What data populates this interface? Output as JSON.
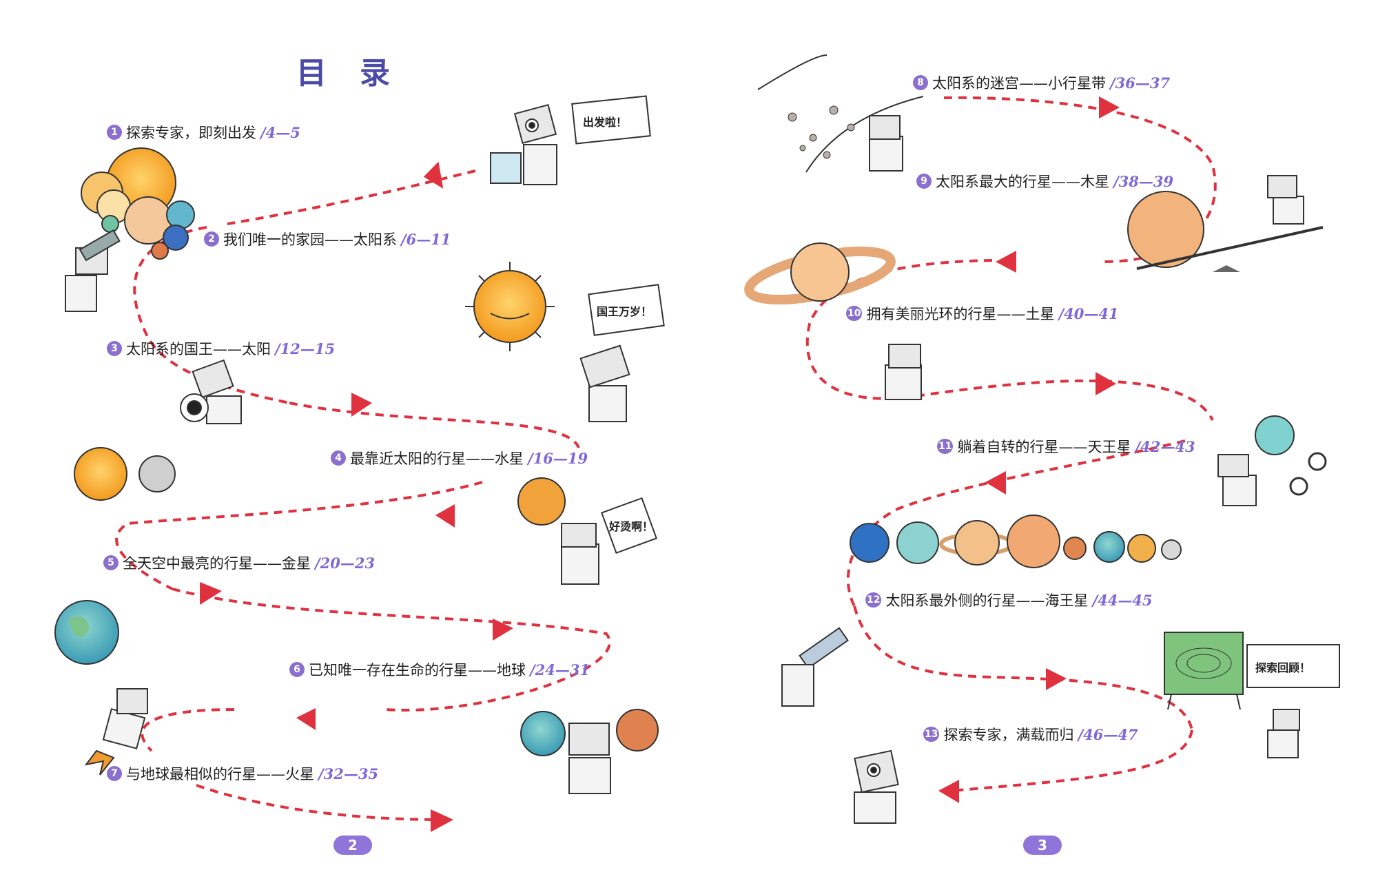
{
  "title": "目录",
  "entries": [
    {
      "num": "1",
      "title": "探索专家，即刻出发",
      "pages": "/4—5"
    },
    {
      "num": "2",
      "title": "我们唯一的家园——太阳系",
      "pages": "/6—11"
    },
    {
      "num": "3",
      "title": "太阳系的国王——太阳",
      "pages": "/12—15"
    },
    {
      "num": "4",
      "title": "最靠近太阳的行星——水星",
      "pages": "/16—19"
    },
    {
      "num": "5",
      "title": "全天空中最亮的行星——金星",
      "pages": "/20—23"
    },
    {
      "num": "6",
      "title": "已知唯一存在生命的行星——地球",
      "pages": "/24—31"
    },
    {
      "num": "7",
      "title": "与地球最相似的行星——火星",
      "pages": "/32—35"
    },
    {
      "num": "8",
      "title": "太阳系的迷宫——小行星带",
      "pages": "/36—37"
    },
    {
      "num": "9",
      "title": "太阳系最大的行星——木星",
      "pages": "/38—39"
    },
    {
      "num": "10",
      "title": "拥有美丽光环的行星——土星",
      "pages": "/40—41"
    },
    {
      "num": "11",
      "title": "躺着自转的行星——天王星",
      "pages": "/42—43"
    },
    {
      "num": "12",
      "title": "太阳系最外侧的行星——海王星",
      "pages": "/44—45"
    },
    {
      "num": "13",
      "title": "探索专家，满载而归",
      "pages": "/46—47"
    }
  ],
  "bubbles": {
    "depart": "出发啦！",
    "king": "国王万岁！",
    "hot": "好烫啊！",
    "review": "探索回顾！"
  },
  "page_numbers": {
    "left": "2",
    "right": "3"
  },
  "colors": {
    "title": "#4b4aa8",
    "number_badge": "#8a6fcf",
    "page_ref": "#7b6ad8",
    "path": "#e0313f",
    "page_pill": "#8f74d9"
  },
  "icons": [
    "robot-icon",
    "sun-icon",
    "planet-icon",
    "telescope-icon",
    "arrow-icon",
    "blackboard-icon"
  ]
}
